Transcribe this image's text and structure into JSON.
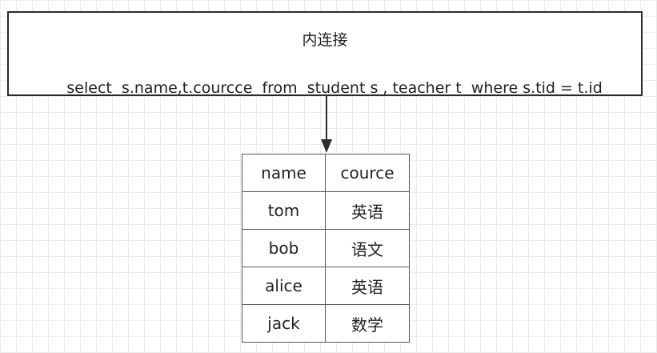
{
  "sql_box": {
    "title": "内连接",
    "tokens": [
      {
        "text": "select ",
        "kw": true
      },
      {
        "text": " s.name,t.courcce  ",
        "kw": false
      },
      {
        "text": "from",
        "kw": true
      },
      {
        "text": "  student s , teacher t  ",
        "kw": false
      },
      {
        "text": "where",
        "kw": true
      },
      {
        "text": " s.tid = t.id",
        "kw": false
      }
    ]
  },
  "result_table": {
    "headers": [
      "name",
      "cource"
    ],
    "rows": [
      [
        "tom",
        "英语"
      ],
      [
        "bob",
        "语文"
      ],
      [
        "alice",
        "英语"
      ],
      [
        "jack",
        "数学"
      ]
    ]
  },
  "colors": {
    "border": "#2b2b2b",
    "grid": "#ececec",
    "text": "#222222"
  }
}
